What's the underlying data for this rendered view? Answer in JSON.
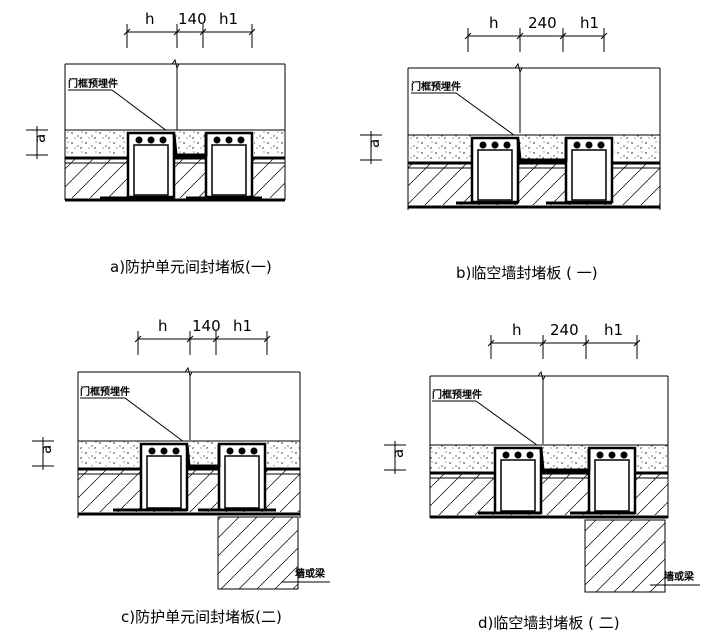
{
  "details": [
    {
      "dims": {
        "left": "h",
        "mid": "140",
        "right": "h1"
      },
      "dim_a": "a",
      "embed_label": "门框预埋件",
      "caption": "a)防护单元间封堵板(一)",
      "beam_label": ""
    },
    {
      "dims": {
        "left": "h",
        "mid": "240",
        "right": "h1"
      },
      "dim_a": "a",
      "embed_label": "门框预埋件",
      "caption": "b)临空墙封堵板 ( 一)",
      "beam_label": ""
    },
    {
      "dims": {
        "left": "h",
        "mid": "140",
        "right": "h1"
      },
      "dim_a": "a",
      "embed_label": "门框预埋件",
      "caption": "c)防护单元间封堵板(二)",
      "beam_label": "墙或梁"
    },
    {
      "dims": {
        "left": "h",
        "mid": "240",
        "right": "h1"
      },
      "dim_a": "a",
      "embed_label": "门框预埋件",
      "caption": "d)临空墙封堵板 ( 二)",
      "beam_label": "墙或梁"
    }
  ]
}
